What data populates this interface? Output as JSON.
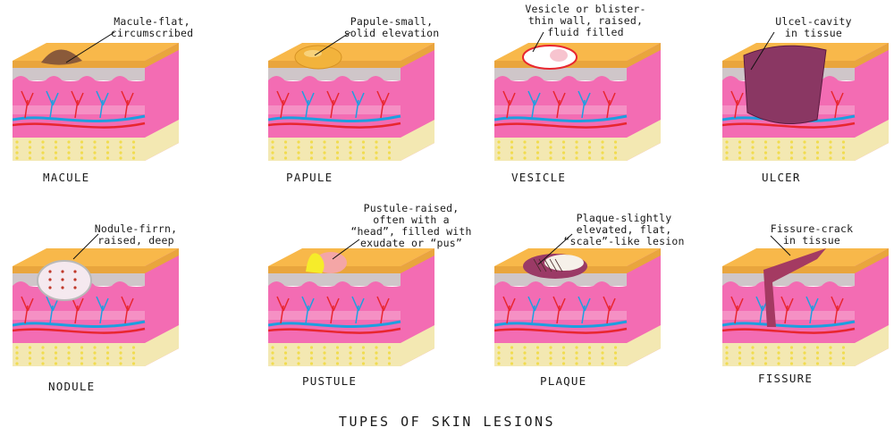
{
  "title": "TUPES OF SKIN LESIONS",
  "stock_id": "#489087677",
  "colors": {
    "epidermis_top": "#f8b84a",
    "epidermis_side": "#e9a53d",
    "dermis": "#f36cb3",
    "dermis_light": "#f7a9cf",
    "fat": "#f3e8b2",
    "fat_dots": "#f1dc4f",
    "gray_band": "#cfc6c9",
    "vessel_red": "#e8262f",
    "vessel_blue": "#1d9fe0"
  },
  "lesions": [
    {
      "id": "macule",
      "label": "MACULE",
      "note": "Macule-flat,\ncircumscribed"
    },
    {
      "id": "papule",
      "label": "PAPULE",
      "note": "Papule-small,\nsolid elevation"
    },
    {
      "id": "vesicle",
      "label": "VESICLE",
      "note": "Vesicle or blister-\nthin wall, raised,\nfluid filled"
    },
    {
      "id": "ulcer",
      "label": "ULCER",
      "note": "Ulcel-cavity\nin tissue"
    },
    {
      "id": "nodule",
      "label": "NODULE",
      "note": "Nodule-firrn,\nraised, deep"
    },
    {
      "id": "pustule",
      "label": "PUSTULE",
      "note": "Pustule-raised,\noften with a\n“head”, filled with\nexudate or “pus”"
    },
    {
      "id": "plaque",
      "label": "PLAQUE",
      "note": "Plaque-slightly\nelevated, flat,\n“scale”-like lesion"
    },
    {
      "id": "fissure",
      "label": "FISSURE",
      "note": "Fissure-crack\nin tissue"
    }
  ]
}
